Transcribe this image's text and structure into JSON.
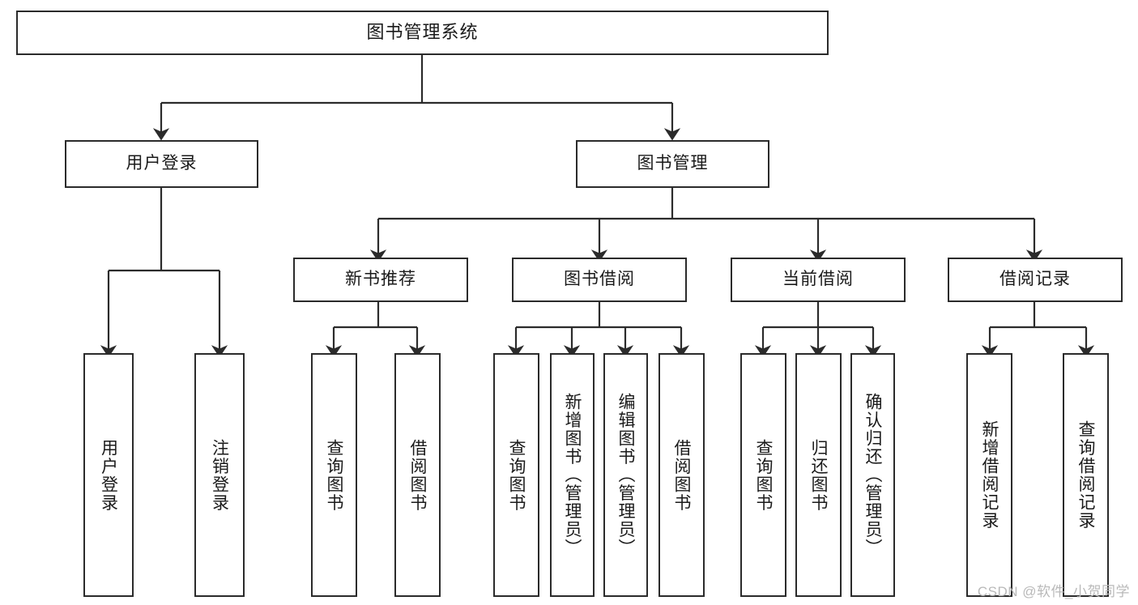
{
  "diagram": {
    "title": "图书管理系统",
    "type": "tree-hierarchy",
    "root": {
      "label": "图书管理系统"
    },
    "level2": [
      {
        "id": "user-login",
        "label": "用户登录"
      },
      {
        "id": "book-manage",
        "label": "图书管理"
      }
    ],
    "level3": [
      {
        "id": "new-book-recommend",
        "label": "新书推荐"
      },
      {
        "id": "book-borrow",
        "label": "图书借阅"
      },
      {
        "id": "current-borrow",
        "label": "当前借阅"
      },
      {
        "id": "borrow-record",
        "label": "借阅记录"
      }
    ],
    "leaves": {
      "user_login": [
        {
          "id": "leaf-user-login",
          "label": "用户登录"
        },
        {
          "id": "leaf-logout-login",
          "label": "注销登录"
        }
      ],
      "new_book_recommend": [
        {
          "id": "leaf-query-book-1",
          "label": "查询图书"
        },
        {
          "id": "leaf-borrow-book-1",
          "label": "借阅图书"
        }
      ],
      "book_borrow": [
        {
          "id": "leaf-query-book-2",
          "label": "查询图书"
        },
        {
          "id": "leaf-add-book",
          "label": "新增图书（管理员）"
        },
        {
          "id": "leaf-edit-book",
          "label": "编辑图书（管理员）"
        },
        {
          "id": "leaf-borrow-book-2",
          "label": "借阅图书"
        }
      ],
      "current_borrow": [
        {
          "id": "leaf-query-book-3",
          "label": "查询图书"
        },
        {
          "id": "leaf-return-book",
          "label": "归还图书"
        },
        {
          "id": "leaf-confirm-return",
          "label": "确认归还（管理员）"
        }
      ],
      "borrow_record": [
        {
          "id": "leaf-add-record",
          "label": "新增借阅记录"
        },
        {
          "id": "leaf-query-record",
          "label": "查询借阅记录"
        }
      ]
    }
  },
  "watermark": {
    "text": "CSDN @软件_小贺同学"
  },
  "colors": {
    "stroke": "#2b2b2b",
    "background": "#ffffff",
    "text": "#1a1a1a",
    "watermark": "#b9b9b9"
  }
}
